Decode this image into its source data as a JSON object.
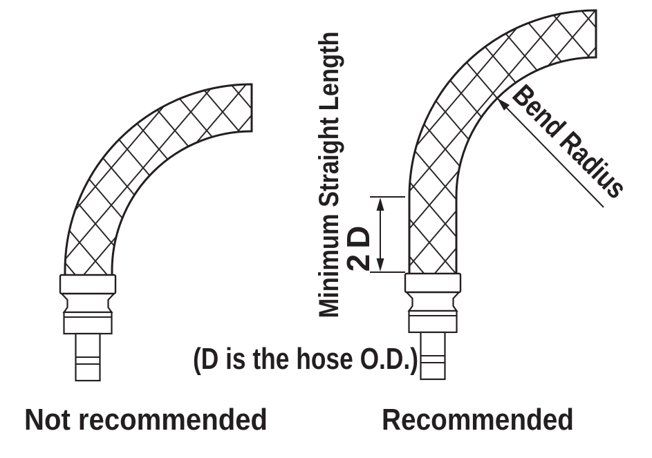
{
  "figure": {
    "annotations": {
      "vertical_label": "Minimum Straight Length",
      "dimension": "2D",
      "bend_radius": "Bend Radius",
      "note": "(D is the hose O.D.)"
    },
    "captions": {
      "left": "Not recommended",
      "right": "Recommended"
    },
    "colors": {
      "ink": "#231f20",
      "background": "#ffffff"
    }
  }
}
